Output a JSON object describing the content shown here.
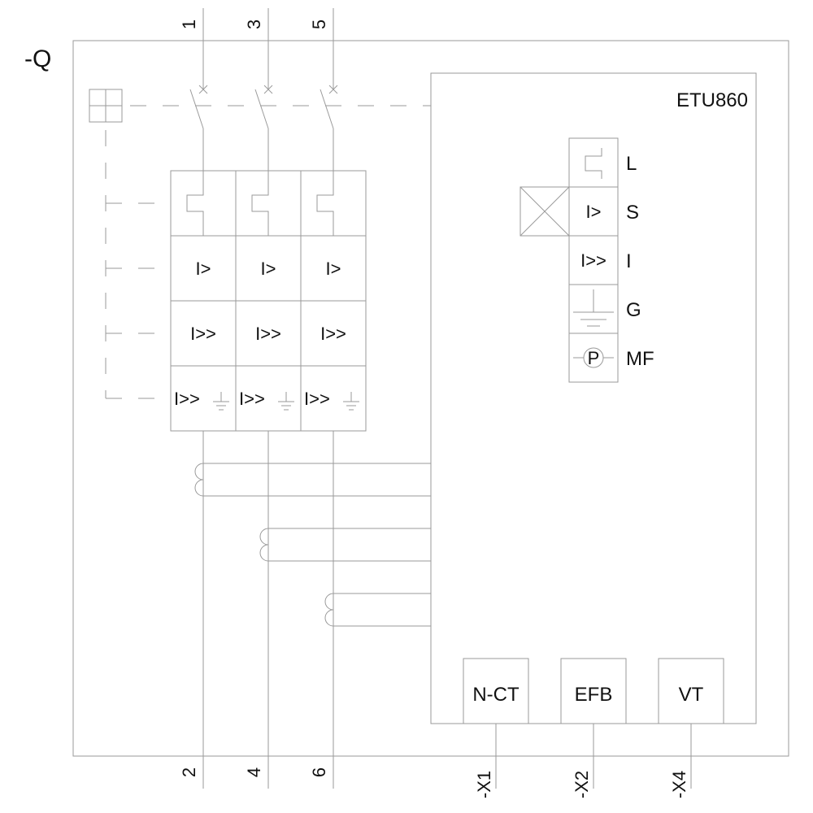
{
  "diagram": {
    "device_tag": "-Q",
    "trip_unit": {
      "name": "ETU860",
      "functions": [
        {
          "symbol": "long-time-delay",
          "code": "L"
        },
        {
          "symbol": "I>",
          "code": "S"
        },
        {
          "symbol": "I>>",
          "code": "I"
        },
        {
          "symbol": "ground",
          "code": "G"
        },
        {
          "symbol": "P",
          "code": "MF"
        }
      ],
      "modules": [
        {
          "label": "N-CT",
          "terminal": "-X1"
        },
        {
          "label": "EFB",
          "terminal": "-X2"
        },
        {
          "label": "VT",
          "terminal": "-X4"
        }
      ]
    },
    "poles": {
      "top_terminals": [
        "1",
        "3",
        "5"
      ],
      "bottom_terminals": [
        "2",
        "4",
        "6"
      ]
    },
    "protection_grid": {
      "rows": [
        {
          "type": "thermal",
          "cells": [
            "",
            "",
            ""
          ]
        },
        {
          "type": "overcurrent",
          "cells": [
            "I>",
            "I>",
            "I>"
          ]
        },
        {
          "type": "short-circuit",
          "cells": [
            "I>>",
            "I>>",
            "I>>"
          ]
        },
        {
          "type": "earth-fault",
          "cells": [
            "I>>",
            "I>>",
            "I>>"
          ]
        }
      ]
    },
    "colors": {
      "line": "#9a9a9a",
      "text": "#111111",
      "background": "#ffffff"
    }
  }
}
